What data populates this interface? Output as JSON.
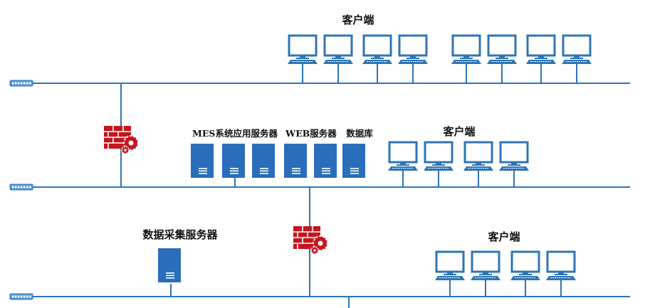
{
  "labels": {
    "client_top": "客户端",
    "client_mid": "客户端",
    "client_bottom": "客户端",
    "mes_server": "MES系统应用服务器",
    "web_server": "WEB服务器",
    "database": "数据库",
    "data_collection_server": "数据采集服务器"
  },
  "networks": [
    {
      "id": "network-top",
      "clients": 8
    },
    {
      "id": "network-middle",
      "clients": 4
    },
    {
      "id": "network-bottom",
      "clients": 4
    }
  ],
  "icons": {
    "switch": "network-switch-icon",
    "firewall": "firewall-icon",
    "server": "server-icon",
    "client": "desktop-computer-icon"
  },
  "colors": {
    "line": "#2e75b6",
    "server": "#2a6ebb",
    "firewall": "#c4161c",
    "switch": "#5b9bd5"
  }
}
